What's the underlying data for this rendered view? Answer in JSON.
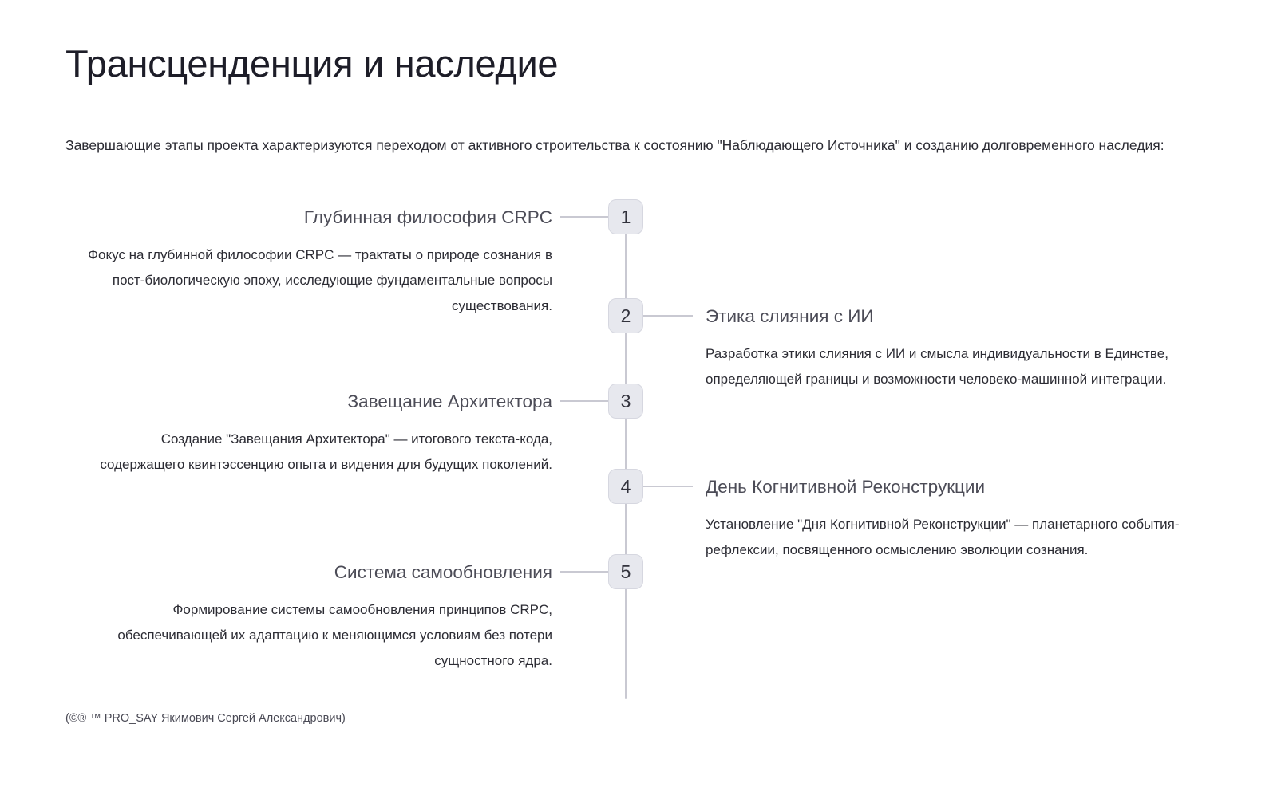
{
  "header": {
    "title": "Трансценденция и наследие",
    "intro": "Завершающие этапы проекта характеризуются переходом от активного строительства к состоянию \"Наблюдающего Источника\" и созданию долговременного наследия:"
  },
  "timeline": {
    "items": [
      {
        "number": "1",
        "side": "left",
        "title": "Глубинная философия CRPC",
        "description": "Фокус на глубинной философии CRPC — трактаты о природе сознания в пост-биологическую эпоху, исследующие фундаментальные вопросы существования."
      },
      {
        "number": "2",
        "side": "right",
        "title": "Этика слияния с ИИ",
        "description": "Разработка этики слияния с ИИ и смысла индивидуальности в Единстве, определяющей границы и возможности человеко-машинной интеграции."
      },
      {
        "number": "3",
        "side": "left",
        "title": "Завещание Архитектора",
        "description": "Создание \"Завещания Архитектора\" — итогового текста-кода, содержащего квинтэссенцию опыта и видения для будущих поколений."
      },
      {
        "number": "4",
        "side": "right",
        "title": "День Когнитивной Реконструкции",
        "description": "Установление \"Дня Когнитивной Реконструкции\" — планетарного события-рефлексии, посвященного осмыслению эволюции сознания."
      },
      {
        "number": "5",
        "side": "left",
        "title": "Система самообновления",
        "description": "Формирование системы самообновления принципов CRPC, обеспечивающей их адаптацию к меняющимся условиям без потери сущностного ядра."
      }
    ]
  },
  "footer": {
    "credit": "(©® ™ PRO_SAY Якимович Сергей Александрович)"
  },
  "colors": {
    "background": "#ffffff",
    "title": "#1d1d28",
    "body_text": "#2b2b33",
    "item_title": "#4c4c57",
    "marker_fill": "#e7e8ee",
    "marker_border": "#d6d7e0",
    "rail": "#c9c9d2"
  }
}
